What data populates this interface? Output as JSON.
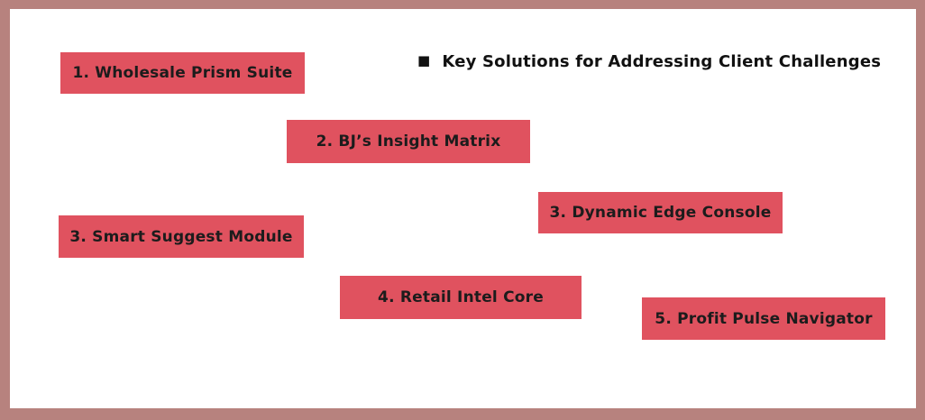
{
  "title": {
    "bullet_glyph": "■",
    "text": "Key Solutions for Addressing Client Challenges"
  },
  "boxes": [
    {
      "label": "1. Wholesale Prism Suite"
    },
    {
      "label": "2. BJ’s Insight Matrix"
    },
    {
      "label": "3. Dynamic Edge Console"
    },
    {
      "label": "3. Smart Suggest Module"
    },
    {
      "label": "4. Retail Intel Core"
    },
    {
      "label": "5. Profit Pulse Navigator"
    }
  ],
  "colors": {
    "frame_color": "#b7827e",
    "canvas_color": "#ffffff",
    "box_fill": "#e0525f",
    "box_text": "#1c1c1c",
    "title_text": "#111111"
  }
}
